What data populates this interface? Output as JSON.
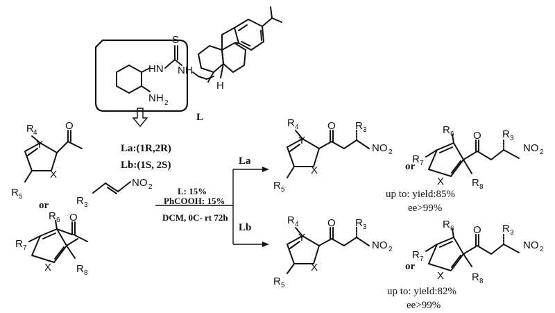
{
  "catalyst": {
    "label": "L",
    "atoms": {
      "s": "S",
      "hn": "HN",
      "nh": "NH",
      "nh2_n": "NH",
      "nh2_sub": "2",
      "h": "H"
    }
  },
  "ligands": {
    "la": "La:(1R,2R)",
    "lb": "Lb:(1S, 2S)"
  },
  "substrates": {
    "or": "or",
    "r3": "R",
    "r3_sub": "3",
    "no2": "NO",
    "no2_sub": "2",
    "r4": "R",
    "r4_sub": "4",
    "r5": "R",
    "r5_sub": "5",
    "r6": "R",
    "r6_sub": "6",
    "r7": "R",
    "r7_sub": "7",
    "r8": "R",
    "r8_sub": "8",
    "x": "X",
    "y": "Y",
    "o": "O"
  },
  "conditions": {
    "line1": "L: 15%",
    "line2": "PhCOOH: 15%",
    "line3": "DCM, 0C- rt  72h"
  },
  "branches": {
    "la": "La",
    "lb": "Lb"
  },
  "results": {
    "top_or": "or",
    "top_yield": "up to: yield:85%",
    "top_ee": "ee>99%",
    "bottom_or": "or",
    "bottom_yield": "up to: yield:82%",
    "bottom_ee": "ee>99%"
  }
}
